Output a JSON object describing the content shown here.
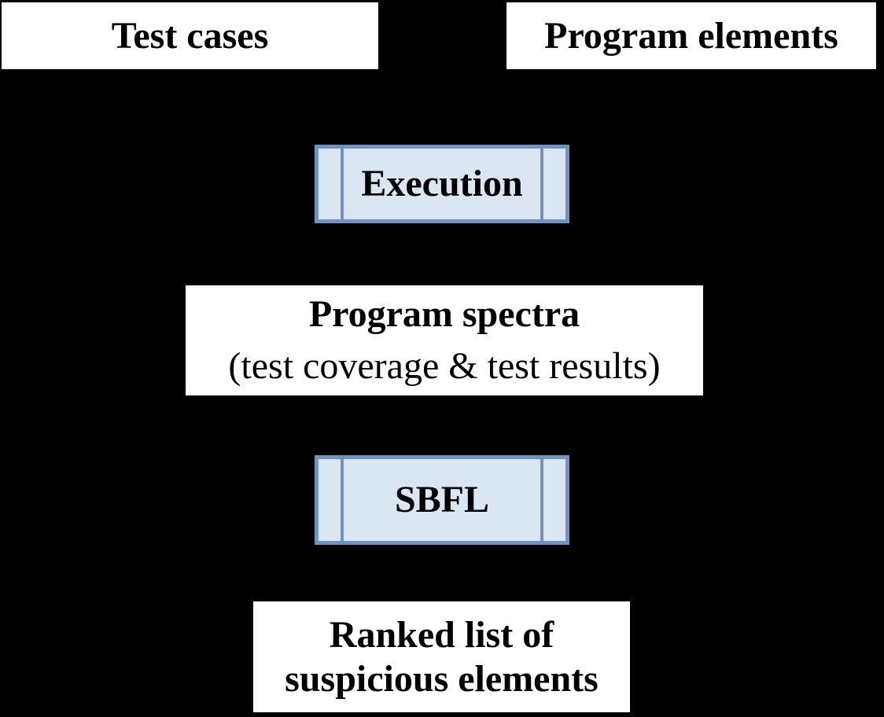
{
  "diagram": {
    "nodes": {
      "test_cases": {
        "label": "Test cases"
      },
      "program_elements": {
        "label": "Program elements"
      },
      "execution": {
        "label": "Execution"
      },
      "program_spectra": {
        "title": "Program spectra",
        "subtitle": "(test coverage & test results)"
      },
      "sbfl": {
        "label": "SBFL"
      },
      "ranked_list": {
        "line1": "Ranked list of",
        "line2": "suspicious elements"
      }
    }
  },
  "colors": {
    "background": "#000000",
    "data_box_fill": "#ffffff",
    "text": "#000000",
    "process_box_fill": "#dbe6f3",
    "process_box_border": "#7292c2"
  }
}
